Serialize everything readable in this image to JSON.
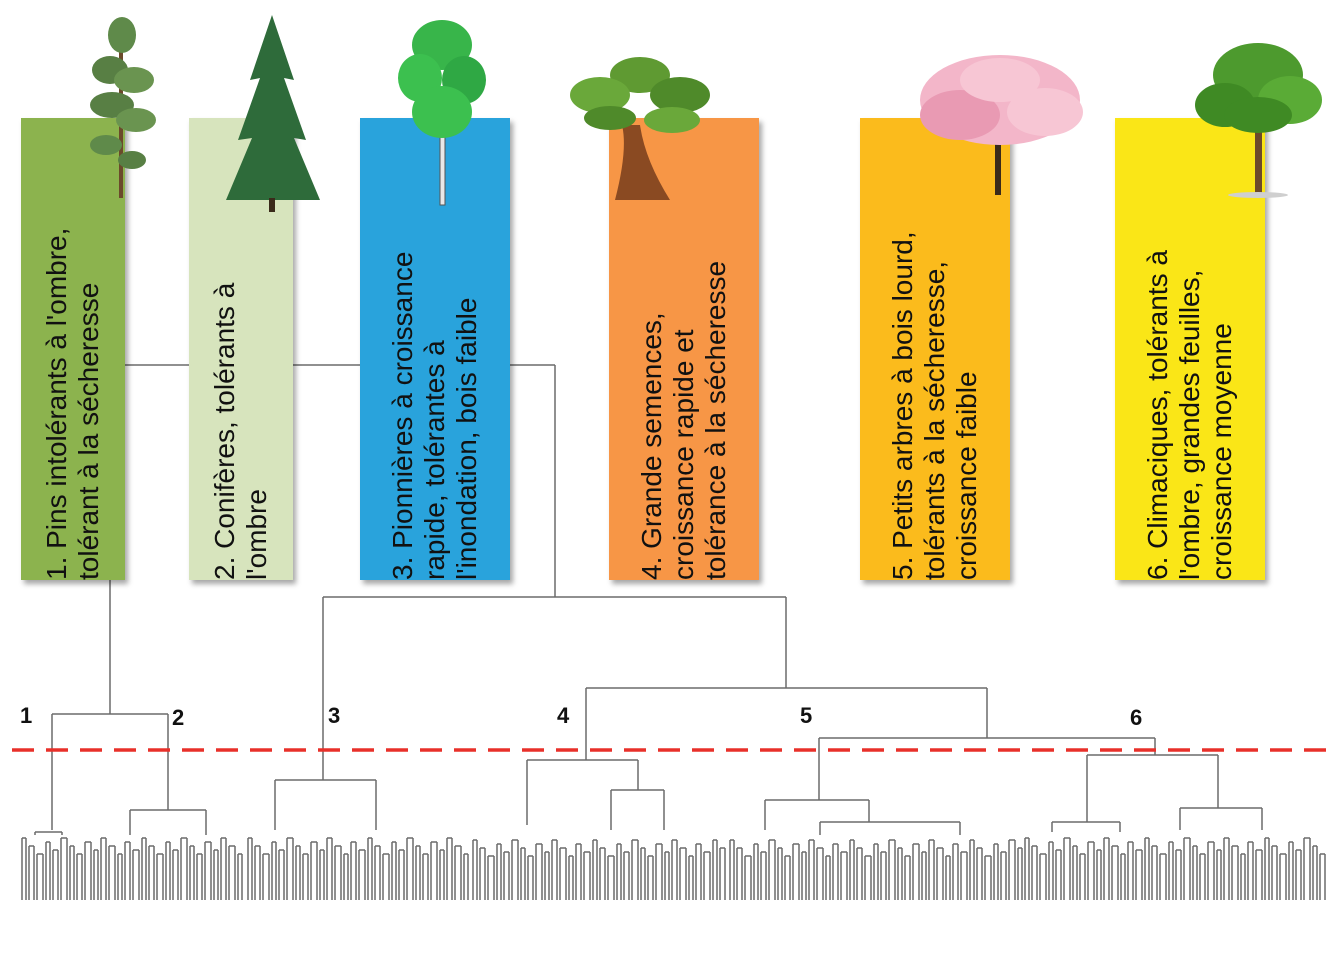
{
  "groups": [
    {
      "id": "1",
      "lines": [
        "1. Pins intolérants à l'ombre,",
        "tolérant à la sécheresse"
      ],
      "color": "#8cb34e",
      "icon": "pine-tree-icon"
    },
    {
      "id": "2",
      "lines": [
        "2. Conifères, tolérants à",
        "l'ombre"
      ],
      "color": "#d7e4bd",
      "icon": "fir-tree-icon"
    },
    {
      "id": "3",
      "lines": [
        "3. Pionnières à croissance",
        "rapide, tolérantes à",
        "l'inondation, bois faible"
      ],
      "color": "#29a3dc",
      "icon": "aspen-tree-icon"
    },
    {
      "id": "4",
      "lines": [
        "4. Grande semences,",
        "croissance rapide et",
        "tolérance à la sécheresse"
      ],
      "color": "#f79646",
      "icon": "oak-tree-icon"
    },
    {
      "id": "5",
      "lines": [
        "5. Petits arbres à bois lourd,",
        "tolérants à la sécheresse,",
        "croissance faible"
      ],
      "color": "#fbbb1c",
      "icon": "blossom-tree-icon"
    },
    {
      "id": "6",
      "lines": [
        "6. Climaciques, tolérants à",
        "l'ombre, grandes feuilles,",
        "croissance moyenne"
      ],
      "color": "#fae617",
      "icon": "maple-tree-icon"
    }
  ],
  "cluster_numbers": [
    "1",
    "2",
    "3",
    "4",
    "5",
    "6"
  ],
  "cut_line_color": "#e8302a",
  "dendrogram_color": "#6b6b6b"
}
